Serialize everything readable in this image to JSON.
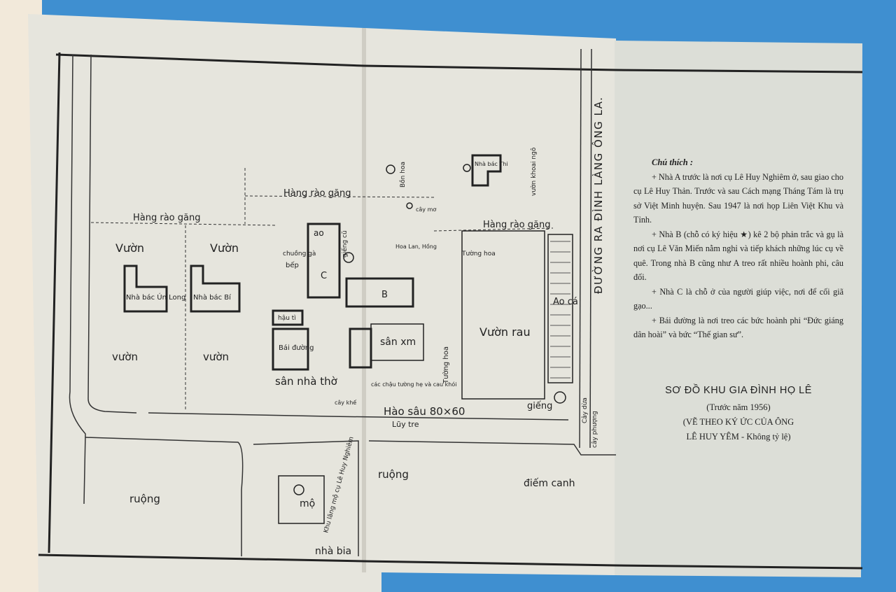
{
  "map": {
    "road_name": "ĐƯỜNG RA ĐÌNH LÀNG ÔNG LA.",
    "labels": {
      "hedge_left": "Hàng rào găng",
      "hedge_top": "Hàng rào găng",
      "hedge_right": "Hàng rào găng",
      "garden_1": "Vườn",
      "garden_2": "Vườn",
      "garden_3": "vườn",
      "garden_4": "vườn",
      "house_un_long": "Nhà bác Ún Long",
      "house_bi": "Nhà bác Bí",
      "house_thi": "Nhà bác Thi",
      "house_a": "ao",
      "house_b": "B",
      "house_c": "C",
      "kitchen": "bếp",
      "hau_ti": "hậu tì",
      "bai_duong": "Bái đường",
      "san_nha_tho": "sân nhà thờ",
      "san_xm": "sân xm",
      "vuon_rau": "Vườn rau",
      "ao_ca": "Ao cá",
      "ho_sau": "Hào sâu 80×60",
      "luy_tre": "Lũy tre",
      "gieng": "giếng",
      "ruong_1": "ruộng",
      "ruong_2": "ruộng",
      "mo": "mộ",
      "nha_bia": "nhà bia",
      "diem_canh": "điếm canh",
      "cay_dua": "Cây dừa",
      "cay_phuong": "cây phượng",
      "tuong_hoa": "Tường hoa",
      "cay_mo": "cây mơ",
      "cay_khe": "cây khế",
      "hoa_lan": "Hoa Lan, Hồng",
      "vuon_khoa_ngo": "vườn khoai ngô",
      "bon_hoa": "Bồn hoa",
      "chuong_ga": "chuồng gà",
      "gieng_cu": "giếng cũ",
      "chau_tuong_he": "các chậu tường hẹ và cau khói",
      "lang_mo": "Khu lăng mộ cụ Lê Huy Nghiêm"
    }
  },
  "legend": {
    "title": "Chú thích :",
    "items": [
      "+ Nhà A trước là nơi cụ Lê Huy Nghiêm ở, sau giao cho cụ Lê Huy Thản. Trước và sau Cách mạng Tháng Tám là trụ sở Việt Minh huyện. Sau 1947 là nơi họp Liên Việt Khu và Tỉnh.",
      "+ Nhà B (chỗ có ký hiệu ★) kê 2 bộ phản trắc và gụ là nơi cụ Lê Văn Miến nằm nghỉ và tiếp khách những lúc cụ về quê. Trong nhà B cũng như A treo rất nhiều hoành phi, câu đối.",
      "+ Nhà C là chỗ ở của người giúp việc, nơi để cối giã gạo...",
      "+ Bái đường là nơi treo các bức hoành phi “Đức giáng dân hoài” và bức “Thế gian sư”."
    ]
  },
  "caption": {
    "title": "SƠ ĐỒ KHU GIA ĐÌNH HỌ LÊ",
    "period": "(Trước năm 1956)",
    "note_1": "(VẼ THEO KÝ ỨC CỦA ÔNG",
    "note_2": "LÊ HUY YÊM - Không tỷ lệ)"
  },
  "colors": {
    "background": "#3f8fd0",
    "paper": "#e7e6de",
    "panel": "#dcded7",
    "ink": "#222222"
  }
}
